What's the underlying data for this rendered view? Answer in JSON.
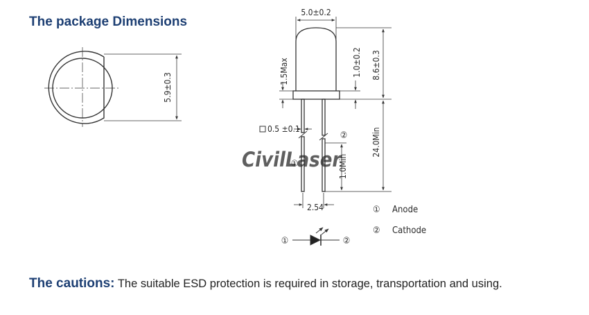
{
  "heading": "The package Dimensions",
  "dimensions": {
    "top_diameter": "5.0±0.2",
    "flange_diameter": "5.9±0.3",
    "flange_thickness": "1.5Max",
    "lens_gap": "1.0±0.2",
    "body_height": "8.6±0.3",
    "lead_size": "0.5 ±0.1",
    "lead_length": "24.0Min",
    "lead_offset": "1.0Min",
    "lead_spacing": "2.54"
  },
  "pin_markers": [
    "①",
    "②"
  ],
  "legend": [
    {
      "marker": "①",
      "label": "Anode"
    },
    {
      "marker": "②",
      "label": "Cathode"
    }
  ],
  "symbol": {
    "left_marker": "①",
    "right_marker": "②"
  },
  "watermark": "CivilLaser",
  "cautions": {
    "label": "The cautions:",
    "text": "The suitable ESD protection is required in storage, transportation and using."
  }
}
